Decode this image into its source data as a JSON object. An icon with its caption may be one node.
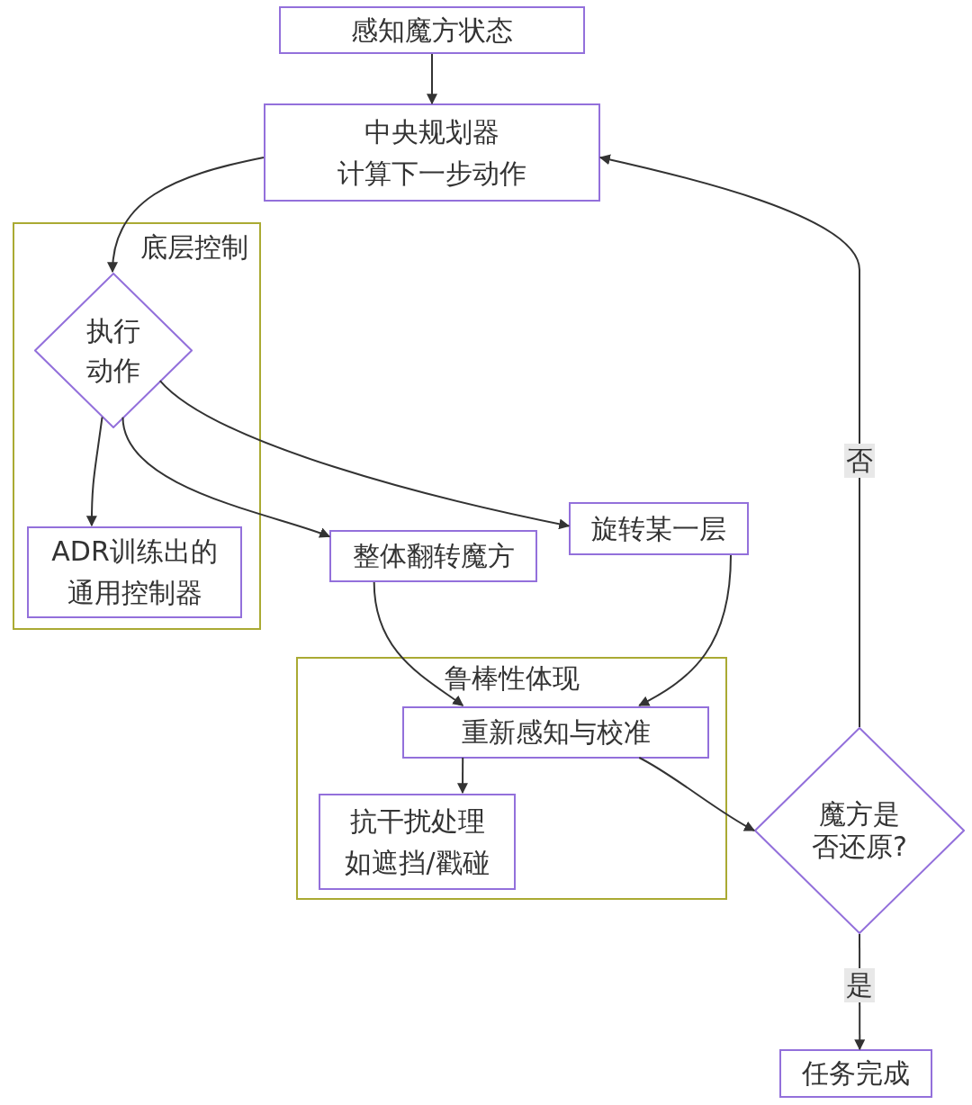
{
  "diagram": {
    "nodes": [
      {
        "text": [
          "感知魔方状态"
        ]
      },
      {
        "text": [
          "中央规划器",
          "计算下一步动作"
        ]
      },
      {
        "text": [
          "底层控制"
        ]
      },
      {
        "text": [
          "执行动作"
        ],
        "in": 2
      },
      {
        "text": [
          "ADR训练出的",
          "通用控制器"
        ],
        "in": 2
      },
      {
        "text": [
          "整体翻转魔方"
        ]
      },
      {
        "text": [
          "旋转某一层"
        ]
      },
      {
        "text": [
          "鲁棒性体现"
        ]
      },
      {
        "text": [
          "重新感知与校准"
        ],
        "in": 7
      },
      {
        "text": [
          "抗干扰处理",
          "如遮挡/戳碰"
        ],
        "in": 7
      },
      {
        "text": [
          "魔方是否还原?"
        ]
      },
      {
        "text": [
          "任务完成"
        ]
      }
    ],
    "edges": [
      {
        "from": 0,
        "to": 1,
        "arrow": "to"
      },
      {
        "from": 1,
        "to": 3,
        "arrow": "to"
      },
      {
        "from": 3,
        "to": 4,
        "arrow": "to"
      },
      {
        "from": 3,
        "to": 5,
        "arrow": "to"
      },
      {
        "from": 3,
        "to": 6,
        "arrow": "to"
      },
      {
        "from": 5,
        "to": 8,
        "arrow": "to"
      },
      {
        "from": 6,
        "to": 8,
        "arrow": "to"
      },
      {
        "from": 8,
        "to": 9,
        "arrow": "to"
      },
      {
        "from": 8,
        "to": 10,
        "arrow": "to"
      },
      {
        "from": 10,
        "to": 1,
        "arrow": "to",
        "label": "否"
      },
      {
        "from": 10,
        "to": 11,
        "arrow": "to",
        "label": "是"
      }
    ]
  }
}
